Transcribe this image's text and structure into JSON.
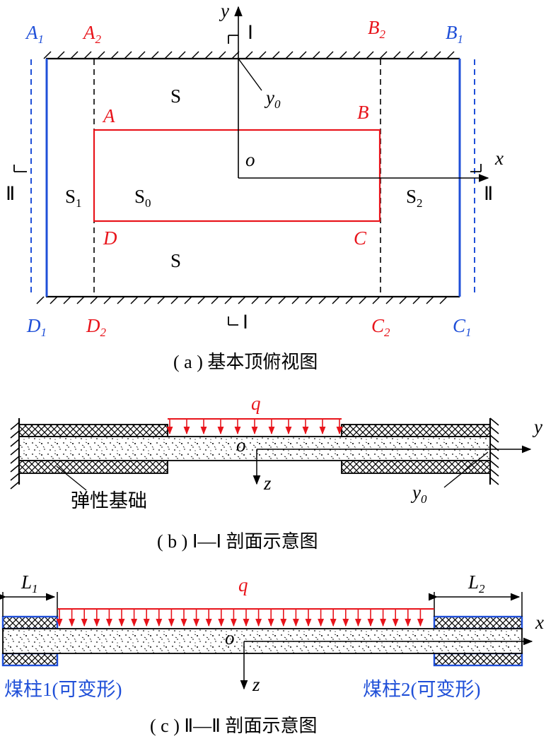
{
  "colors": {
    "black": "#000000",
    "red": "#e8141b",
    "blue": "#1f4fd8"
  },
  "panel_a": {
    "caption": "( a ) 基本顶俯视图",
    "corners_outer": {
      "A1": {
        "main": "A",
        "sub": "1"
      },
      "B1": {
        "main": "B",
        "sub": "1"
      },
      "C1": {
        "main": "C",
        "sub": "1"
      },
      "D1": {
        "main": "D",
        "sub": "1"
      }
    },
    "corners_mid": {
      "A2": {
        "main": "A",
        "sub": "2"
      },
      "B2": {
        "main": "B",
        "sub": "2"
      },
      "C2": {
        "main": "C",
        "sub": "2"
      },
      "D2": {
        "main": "D",
        "sub": "2"
      }
    },
    "corners_inner": {
      "A": "A",
      "B": "B",
      "C": "C",
      "D": "D"
    },
    "regions": {
      "S_top": "S",
      "S_bottom": "S",
      "S0": {
        "main": "S",
        "sub": "0"
      },
      "S1": {
        "main": "S",
        "sub": "1"
      },
      "S2": {
        "main": "S",
        "sub": "2"
      }
    },
    "axes": {
      "x": "x",
      "y": "y",
      "origin": "o",
      "y0": {
        "main": "y",
        "sub": "0"
      }
    },
    "section_marks": {
      "I": "Ⅰ",
      "II": "Ⅱ"
    }
  },
  "panel_b": {
    "caption": "( b ) Ⅰ—Ⅰ 剖面示意图",
    "load": "q",
    "axis_y": "y",
    "axis_z": "z",
    "origin": "o",
    "y0": {
      "main": "y",
      "sub": "0"
    },
    "foundation_label": "弹性基础"
  },
  "panel_c": {
    "caption": "( c ) Ⅱ—Ⅱ 剖面示意图",
    "load": "q",
    "axis_x": "x",
    "axis_z": "z",
    "origin": "o",
    "L1": {
      "main": "L",
      "sub": "1"
    },
    "L2": {
      "main": "L",
      "sub": "2"
    },
    "pillar1": "煤柱1(可变形)",
    "pillar2": "煤柱2(可变形)"
  }
}
